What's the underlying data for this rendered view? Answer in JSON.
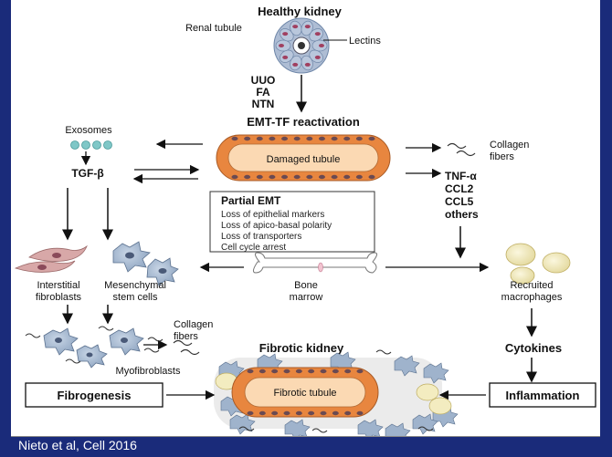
{
  "labels": {
    "healthy_kidney": "Healthy kidney",
    "renal_tubule": "Renal tubule",
    "lectins": "Lectins",
    "uuo": "UUO",
    "fa": "FA",
    "ntn": "NTN",
    "emt_tf": "EMT-TF reactivation",
    "exosomes": "Exosomes",
    "tgf": "TGF-β",
    "damaged_tubule": "Damaged tubule",
    "collagen_fibers_top_1": "Collagen",
    "collagen_fibers_top_2": "fibers",
    "tnf": "TNF-α",
    "ccl2": "CCL2",
    "ccl5": "CCL5",
    "others": "others",
    "partial_emt_title": "Partial EMT",
    "partial_emt_items": [
      "Loss of epithelial markers",
      "Loss of apico-basal polarity",
      "Loss of transporters",
      "Cell cycle arrest"
    ],
    "interstitial_1": "Interstitial",
    "interstitial_2": "fibroblasts",
    "mesenchymal_1": "Mesenchymal",
    "mesenchymal_2": "stem cells",
    "bone_1": "Bone",
    "bone_2": "marrow",
    "recruited_1": "Recruited",
    "recruited_2": "macrophages",
    "collagen_fibers_mid_1": "Collagen",
    "collagen_fibers_mid_2": "fibers",
    "myofibroblasts": "Myofibroblasts",
    "cytokines": "Cytokines",
    "fibrotic_kidney": "Fibrotic kidney",
    "fibrogenesis": "Fibrogenesis",
    "fibrotic_tubule": "Fibrotic tubule",
    "inflammation": "Inflammation"
  },
  "citation": "Nieto et al, Cell 2016",
  "colors": {
    "tubule_outer": "#e8863f",
    "tubule_inner": "#fbd9b3",
    "nucleus": "#6a4a52",
    "cell_blue": "#9fb3cc",
    "cell_pink": "#d8a8a8",
    "exosome": "#7fc7c7",
    "macrophage": "#f3ecc0",
    "background": "#1a2b7a"
  }
}
